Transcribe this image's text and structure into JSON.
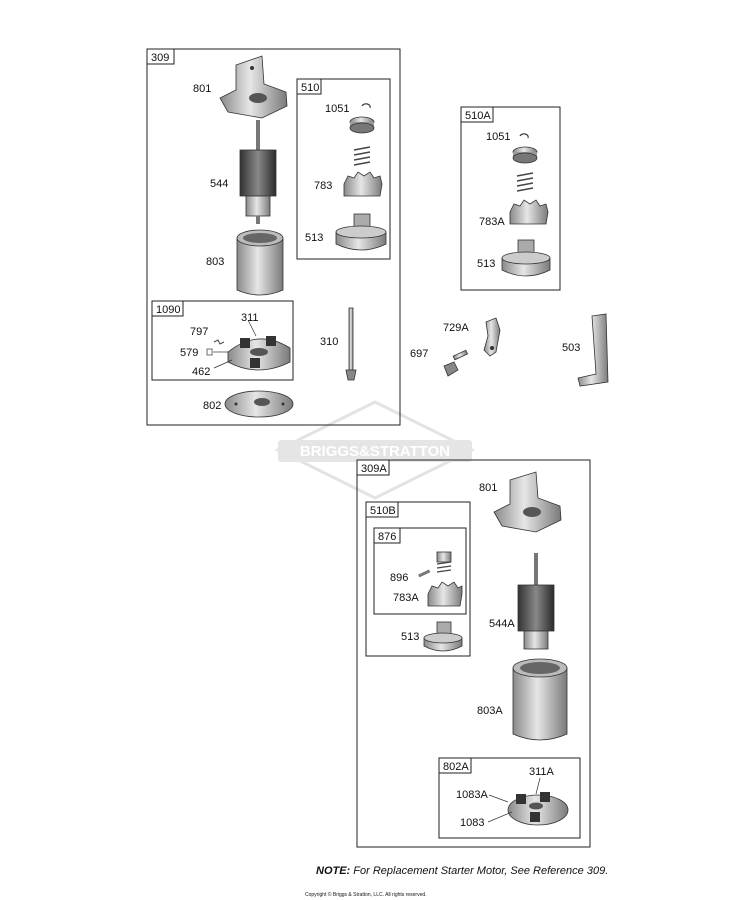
{
  "watermark": "BRIGGS&STRATTON",
  "note": {
    "prefix": "NOTE:",
    "text": " For Replacement Starter Motor, See Reference 309."
  },
  "copyright": "Copyright © Briggs & Stratton, LLC. All rights reserved.",
  "groups": {
    "g309": "309",
    "g510": "510",
    "g510A": "510A",
    "g1090": "1090",
    "g309A": "309A",
    "g510B": "510B",
    "g876": "876",
    "g802A": "802A"
  },
  "parts": {
    "p801": "801",
    "p544": "544",
    "p803": "803",
    "p1051": "1051",
    "p783": "783",
    "p513": "513",
    "p311": "311",
    "p797": "797",
    "p579": "579",
    "p462": "462",
    "p310": "310",
    "p802": "802",
    "p1051b": "1051",
    "p783A": "783A",
    "p513b": "513",
    "p729A": "729A",
    "p697": "697",
    "p503": "503",
    "p801b": "801",
    "p896": "896",
    "p783Ab": "783A",
    "p544A": "544A",
    "p513c": "513",
    "p803A": "803A",
    "p311A": "311A",
    "p1083A": "1083A",
    "p1083": "1083"
  }
}
